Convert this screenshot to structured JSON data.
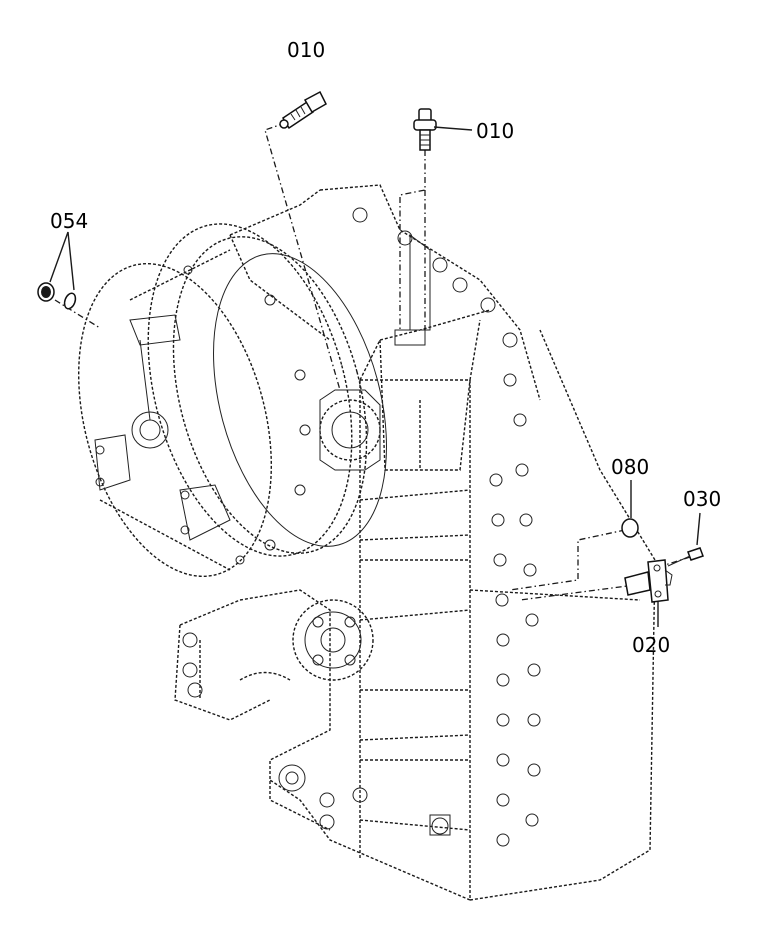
{
  "callouts": {
    "part_010_top": "010",
    "part_010_right": "010",
    "part_054": "054",
    "part_080": "080",
    "part_030": "030",
    "part_020": "020"
  }
}
